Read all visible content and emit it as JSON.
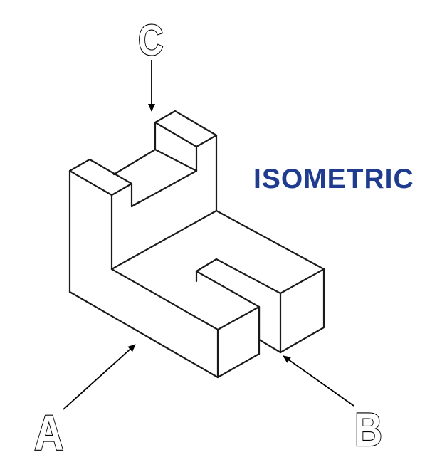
{
  "title": "ISOMETRIC",
  "title_color": "#1f3c8f",
  "labels": {
    "a": "A",
    "b": "B",
    "c": "C"
  }
}
